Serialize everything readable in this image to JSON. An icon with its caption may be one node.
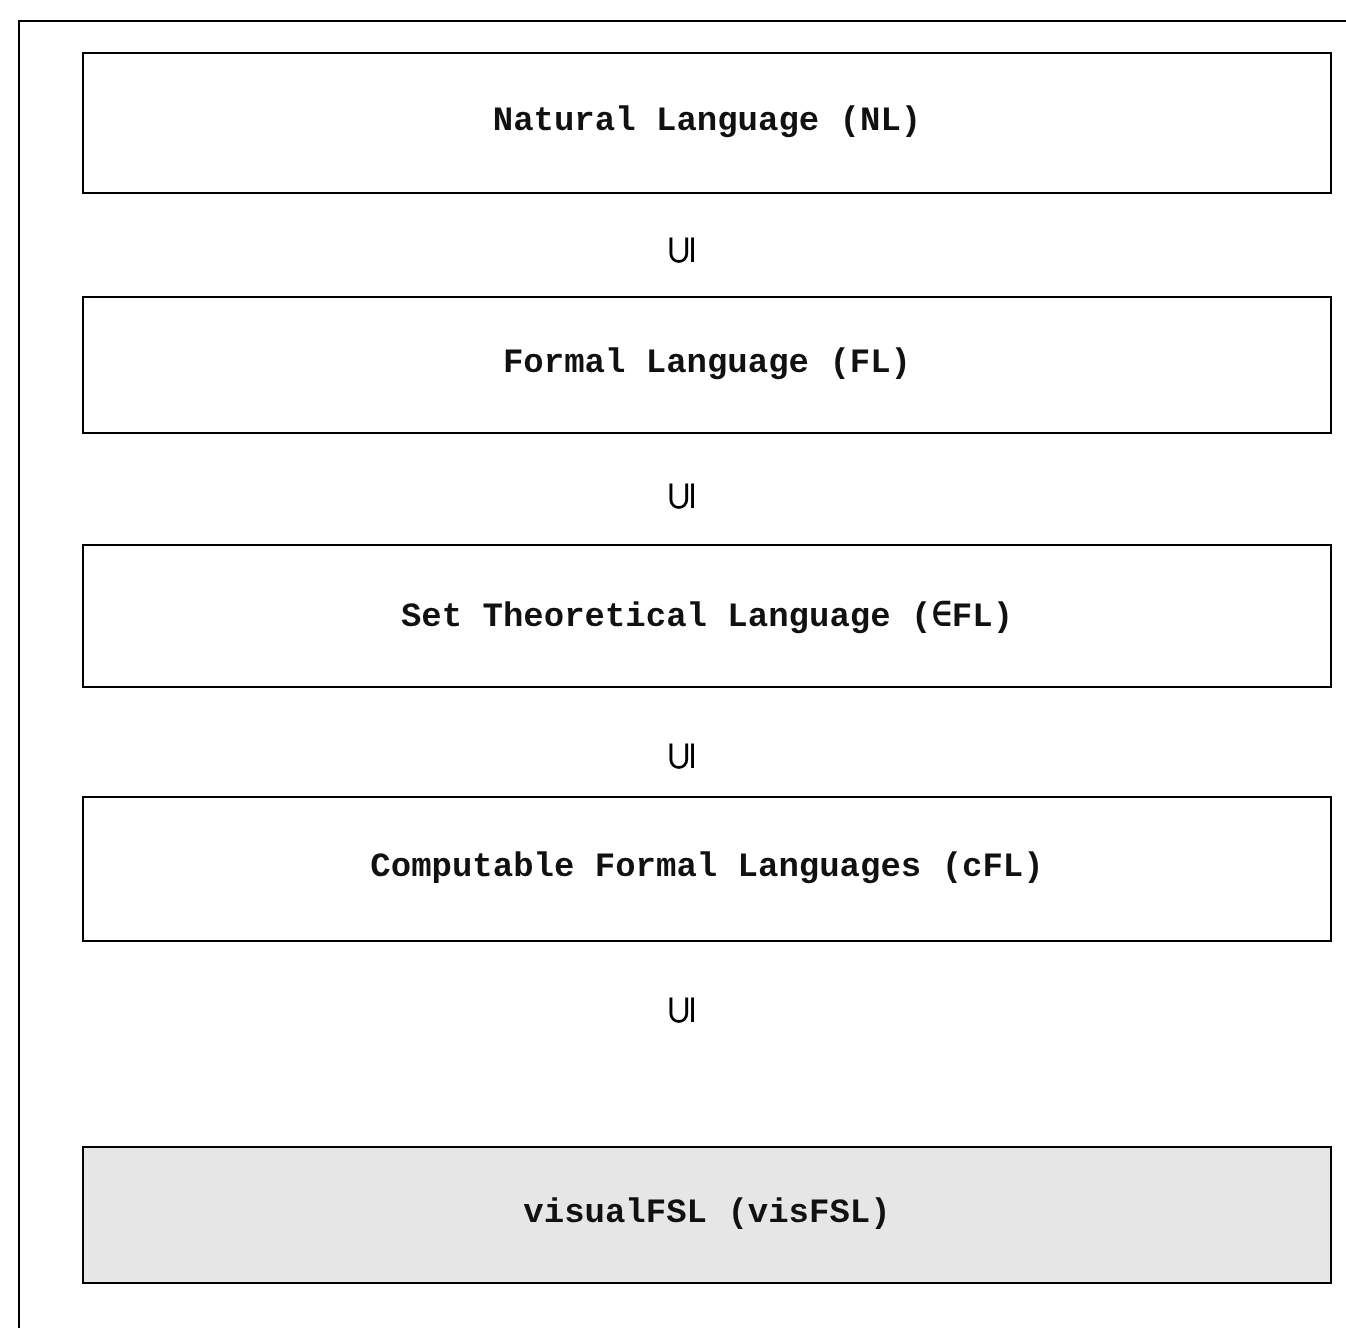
{
  "diagram": {
    "nodes": [
      {
        "text": [
          "Natural Language (NL)"
        ]
      },
      {
        "text": [
          "Formal Language (FL)"
        ]
      },
      {
        "text": [
          "Set Theoretical Language (∈FL)"
        ]
      },
      {
        "text": [
          "Computable Formal Languages (cFL)"
        ]
      },
      {
        "text": [
          "visualFSL (visFSL)"
        ]
      }
    ],
    "labels": [
      "⊆",
      "⊆",
      "⊆",
      "⊆"
    ]
  }
}
